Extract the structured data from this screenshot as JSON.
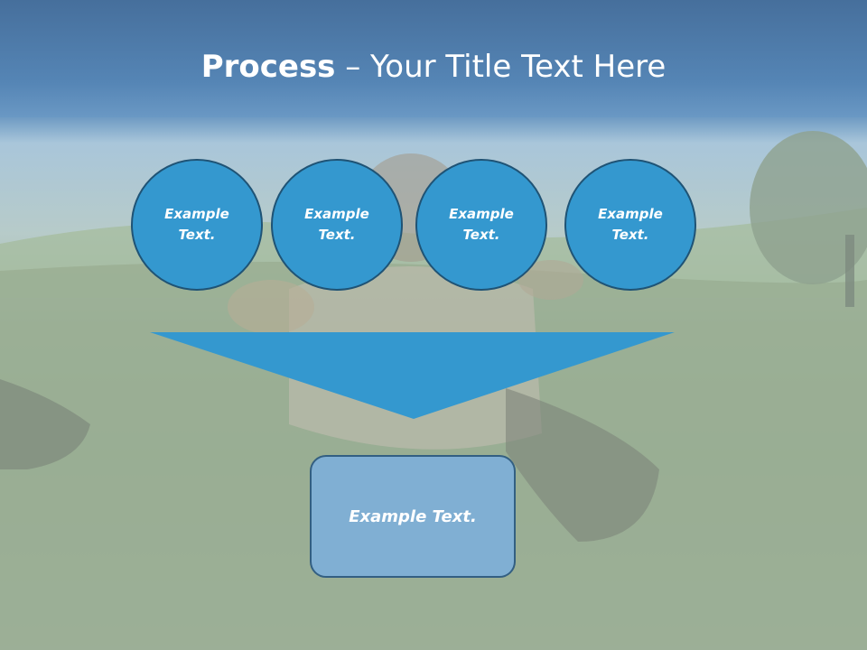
{
  "slide": {
    "title_bold": "Process",
    "title_rest": " – Your Title Text Here",
    "circles": [
      {
        "line1": "Example",
        "line2": "Text."
      },
      {
        "line1": "Example",
        "line2": "Text."
      },
      {
        "line1": "Example",
        "line2": "Text."
      },
      {
        "line1": "Example",
        "line2": "Text."
      }
    ],
    "result_box_text": "Example Text."
  },
  "colors": {
    "header": "#5585b5",
    "circle_fill": "#3498cf",
    "circle_border": "#1f5375",
    "arrow_fill": "#3498cf",
    "box_fill": "#80afd3",
    "box_border": "#335f82"
  }
}
